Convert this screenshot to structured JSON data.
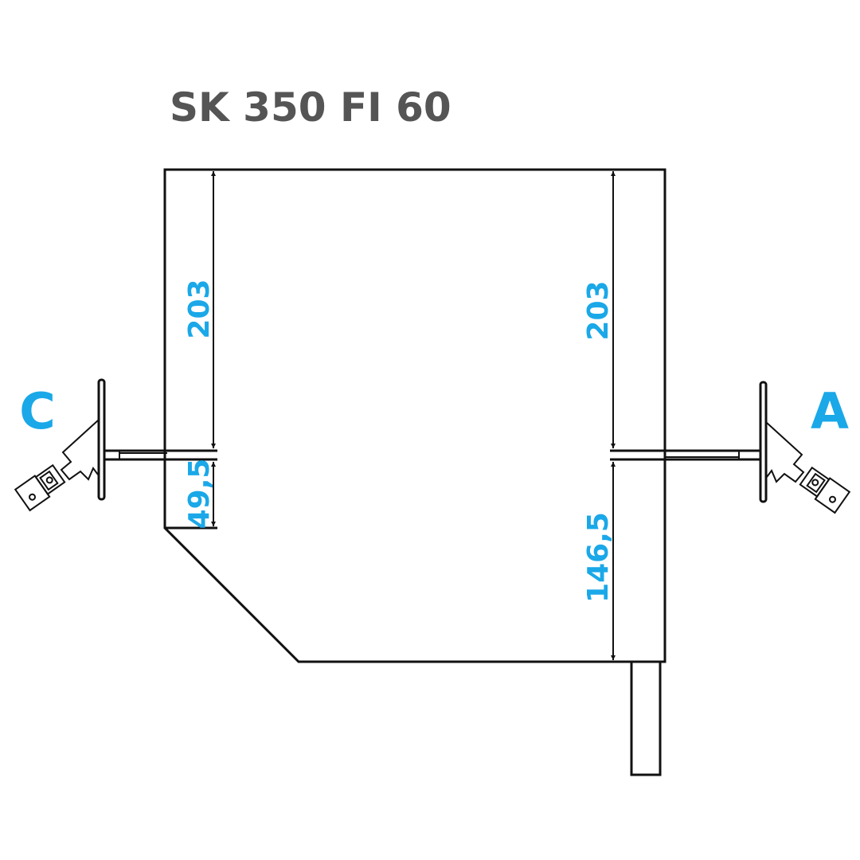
{
  "title": "SK 350 FI 60",
  "labels": {
    "left": "C",
    "right": "A"
  },
  "dimensions": {
    "left_upper": "203",
    "left_lower": "49,5",
    "right_upper": "203",
    "right_lower": "146,5"
  },
  "colors": {
    "accent": "#1aa8e8",
    "title": "#555555",
    "line": "#111111"
  }
}
